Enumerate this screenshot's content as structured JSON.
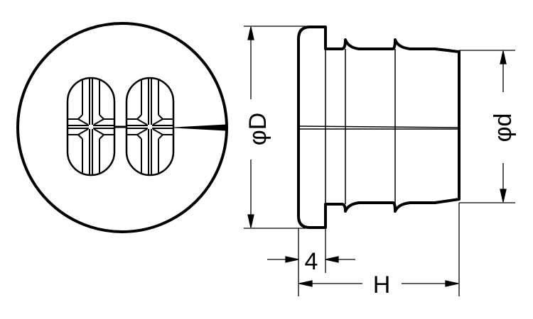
{
  "drawing": {
    "labels": {
      "outer_diameter": "φD",
      "inner_diameter": "φd",
      "flange_thickness": "4",
      "height": "H"
    },
    "stroke_color": "#000000",
    "background_color": "#ffffff"
  }
}
